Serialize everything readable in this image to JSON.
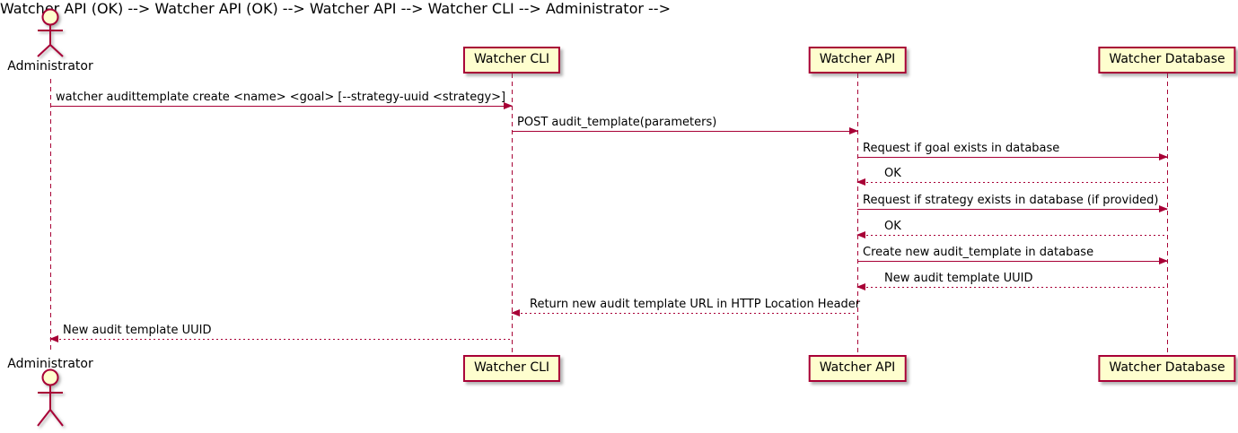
{
  "diagram_type": "sequence",
  "actor": {
    "label": "Administrator"
  },
  "participants": [
    {
      "label": "Watcher CLI"
    },
    {
      "label": "Watcher API"
    },
    {
      "label": "Watcher Database"
    }
  ],
  "messages": [
    {
      "from": "Administrator",
      "to": "Watcher CLI",
      "label": "watcher audittemplate create <name> <goal> [--strategy-uuid <strategy>]",
      "line": "solid",
      "direction": "right"
    },
    {
      "from": "Watcher CLI",
      "to": "Watcher API",
      "label": "POST audit_template(parameters)",
      "line": "solid",
      "direction": "right"
    },
    {
      "from": "Watcher API",
      "to": "Watcher Database",
      "label": "Request if goal exists in database",
      "line": "solid",
      "direction": "right"
    },
    {
      "from": "Watcher Database",
      "to": "Watcher API",
      "label": "OK",
      "line": "dashed",
      "direction": "left"
    },
    {
      "from": "Watcher API",
      "to": "Watcher Database",
      "label": "Request if strategy exists in database (if provided)",
      "line": "solid",
      "direction": "right"
    },
    {
      "from": "Watcher Database",
      "to": "Watcher API",
      "label": "OK",
      "line": "dashed",
      "direction": "left"
    },
    {
      "from": "Watcher API",
      "to": "Watcher Database",
      "label": "Create new audit_template in database",
      "line": "solid",
      "direction": "right"
    },
    {
      "from": "Watcher Database",
      "to": "Watcher API",
      "label": "New audit template UUID",
      "line": "dashed",
      "direction": "left"
    },
    {
      "from": "Watcher API",
      "to": "Watcher CLI",
      "label": "Return new audit template URL in HTTP Location Header",
      "line": "dashed",
      "direction": "left"
    },
    {
      "from": "Watcher CLI",
      "to": "Administrator",
      "label": "New audit template UUID",
      "line": "dashed",
      "direction": "left"
    }
  ],
  "colors": {
    "line": "#A80036",
    "participant_fill": "#FEFECE",
    "text": "#000000",
    "background": "#FFFFFF"
  }
}
